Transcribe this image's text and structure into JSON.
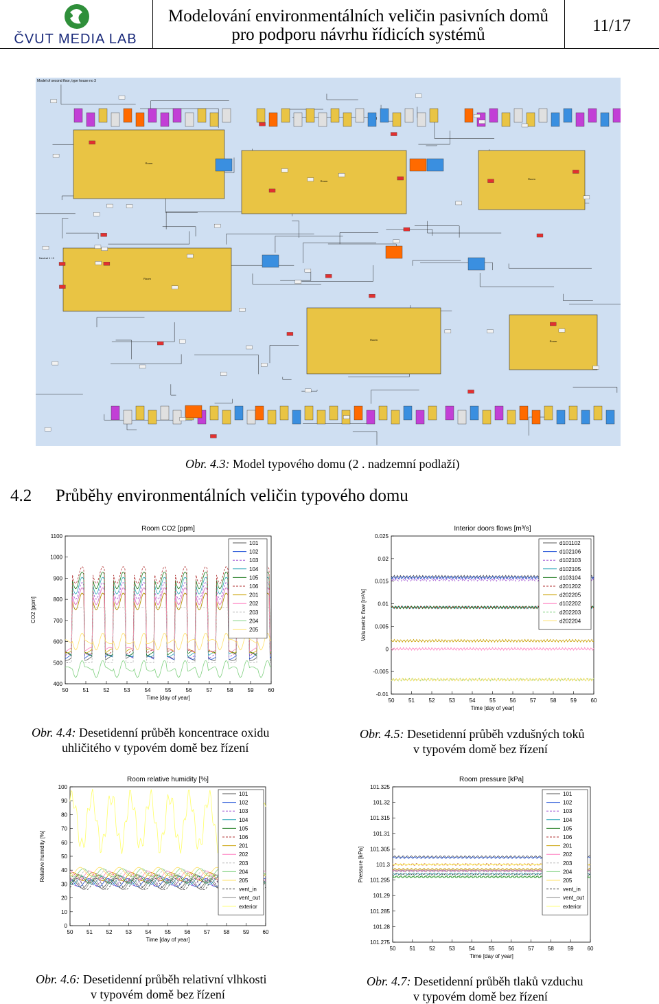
{
  "header": {
    "logo_text": "ČVUT MEDIA LAB",
    "title_line1": "Modelování environmentálních veličin pasivních domů",
    "title_line2": "pro podporu návrhu řídicích systémů",
    "page": "11/17"
  },
  "model": {
    "panel_title": "Model of second floor, type house no 3",
    "block_label_room": "Room",
    "block_label_neutral": "Neutral 1 / 0"
  },
  "captions": {
    "fig3_prefix": "Obr.  4.3:",
    "fig3_text": "Model typového domu (2 . nadzemní podlaží)",
    "section_number": "4.2",
    "section_title": "Průběhy environmentálních veličin typového domu",
    "fig4_prefix": "Obr.  4.4:",
    "fig4_line1": "Desetidenní průběh koncentrace oxidu",
    "fig4_line2": "uhličitého v typovém domě bez řízení",
    "fig5_prefix": "Obr.  4.5:",
    "fig5_line1": "Desetidenní průběh vzdušných toků",
    "fig5_line2": "v typovém domě bez řízení",
    "fig6_prefix": "Obr.  4.6:",
    "fig6_line1": "Desetidenní průběh relativní vlhkosti",
    "fig6_line2": "v typovém domě bez řízení",
    "fig7_prefix": "Obr.  4.7:",
    "fig7_line1": "Desetidenní průběh tlaků vzduchu",
    "fig7_line2": "v typovém domě bez řízení"
  },
  "chart_data": [
    {
      "type": "line",
      "title": "Room CO2 [ppm]",
      "xlabel": "Time [day of year]",
      "ylabel": "CO2 [ppm]",
      "xlim": [
        50,
        60
      ],
      "ylim": [
        400,
        1100
      ],
      "xticks": [
        "50",
        "51",
        "52",
        "53",
        "54",
        "55",
        "56",
        "57",
        "58",
        "59",
        "60"
      ],
      "yticks": [
        "400",
        "500",
        "600",
        "700",
        "800",
        "900",
        "1000",
        "1100"
      ],
      "legend": [
        "101",
        "102",
        "103",
        "104",
        "105",
        "106",
        "201",
        "202",
        "203",
        "204",
        "205"
      ],
      "colors": [
        "#555555",
        "#1e4fd6",
        "#9c4bd0",
        "#2aa6b8",
        "#1b7a1b",
        "#b03030",
        "#c9a000",
        "#ff7fbf",
        "#b8b8b8",
        "#7fd07f",
        "#ffe066"
      ],
      "series_shape": "daily periodic occupancy peaks; base ~470–600 ppm, peaks ~780–980 ppm; 205 flat ~600 ppm"
    },
    {
      "type": "line",
      "title": "Interior doors flows [m^3/s]",
      "xlabel": "Time [day of year]",
      "ylabel": "Volumetric flow [m^3/s]",
      "xlim": [
        50,
        60
      ],
      "ylim": [
        -0.01,
        0.025
      ],
      "xticks": [
        "50",
        "51",
        "52",
        "53",
        "54",
        "55",
        "56",
        "57",
        "58",
        "59",
        "60"
      ],
      "yticks": [
        "-0.01",
        "-0.005",
        "0",
        "0.005",
        "0.01",
        "0.015",
        "0.02",
        "0.025"
      ],
      "legend": [
        "d101102",
        "d102106",
        "d102103",
        "d102105",
        "d103104",
        "d201202",
        "d202205",
        "d102202",
        "d202203",
        "d202204"
      ],
      "colors": [
        "#555555",
        "#1e4fd6",
        "#9c4bd0",
        "#2aa6b8",
        "#1b7a1b",
        "#b03030",
        "#c9a000",
        "#ff7fbf",
        "#7fd07f",
        "#ffe066"
      ],
      "series": [
        {
          "name": "d101102",
          "values": [
            0.016,
            0.016,
            0.016,
            0.016,
            0.016,
            0.016,
            0.016,
            0.016,
            0.016,
            0.016,
            0.016
          ]
        },
        {
          "name": "d102106",
          "values": [
            0.0158,
            0.0158,
            0.0158,
            0.0158,
            0.0158,
            0.0158,
            0.0158,
            0.0158,
            0.0158,
            0.0158,
            0.0158
          ]
        },
        {
          "name": "d102103",
          "values": [
            0.0153,
            0.0153,
            0.0153,
            0.0153,
            0.0153,
            0.0153,
            0.0153,
            0.0153,
            0.0153,
            0.0153,
            0.0153
          ]
        },
        {
          "name": "d102105",
          "values": [
            0.0092,
            0.0092,
            0.0092,
            0.0092,
            0.0092,
            0.0092,
            0.0092,
            0.0092,
            0.0092,
            0.0092,
            0.0092
          ]
        },
        {
          "name": "d103104",
          "values": [
            0.0092,
            0.0092,
            0.0092,
            0.0092,
            0.0092,
            0.0092,
            0.0092,
            0.0092,
            0.0092,
            0.0092,
            0.0092
          ]
        },
        {
          "name": "d201202",
          "values": [
            0.0092,
            0.0092,
            0.0092,
            0.0092,
            0.0092,
            0.0092,
            0.0092,
            0.0092,
            0.0092,
            0.0092,
            0.0092
          ]
        },
        {
          "name": "d202205",
          "values": [
            0.0018,
            0.0018,
            0.0018,
            0.0018,
            0.0018,
            0.0018,
            0.0018,
            0.0018,
            0.0018,
            0.0018,
            0.0018
          ]
        },
        {
          "name": "d102202",
          "values": [
            0.0,
            0.0,
            0.0,
            0.0,
            0.0,
            0.0,
            0.0,
            0.0,
            0.0,
            0.0,
            0.0
          ]
        },
        {
          "name": "d202203",
          "values": [
            -0.0068,
            -0.0068,
            -0.0068,
            -0.0068,
            -0.0068,
            -0.0068,
            -0.0068,
            -0.0068,
            -0.0068,
            -0.0068,
            -0.0068
          ]
        },
        {
          "name": "d202204",
          "values": [
            -0.0068,
            -0.0068,
            -0.0068,
            -0.0068,
            -0.0068,
            -0.0068,
            -0.0068,
            -0.0068,
            -0.0068,
            -0.0068,
            -0.0068
          ]
        }
      ]
    },
    {
      "type": "line",
      "title": "Room relative humidity [%]",
      "xlabel": "Time [day of year]",
      "ylabel": "Relative humidity [%]",
      "xlim": [
        50,
        60
      ],
      "ylim": [
        0,
        100
      ],
      "xticks": [
        "50",
        "51",
        "52",
        "53",
        "54",
        "55",
        "56",
        "57",
        "58",
        "59",
        "60"
      ],
      "yticks": [
        "0",
        "10",
        "20",
        "30",
        "40",
        "50",
        "60",
        "70",
        "80",
        "90",
        "100"
      ],
      "legend": [
        "101",
        "102",
        "103",
        "104",
        "105",
        "106",
        "201",
        "202",
        "203",
        "204",
        "205",
        "vent_in",
        "vent_out",
        "exterior"
      ],
      "colors": [
        "#555555",
        "#1e4fd6",
        "#9c4bd0",
        "#2aa6b8",
        "#1b7a1b",
        "#b03030",
        "#c9a000",
        "#ff7fbf",
        "#b8b8b8",
        "#7fd07f",
        "#ffe066",
        "#444444",
        "#888888",
        "#ffff66"
      ],
      "series_shape": "room humidity 30–40 %, exterior fluctuating 60–100 %"
    },
    {
      "type": "line",
      "title": "Room pressure [kPa]",
      "xlabel": "Time [day of year]",
      "ylabel": "Pressure [kPa]",
      "xlim": [
        50,
        60
      ],
      "ylim": [
        101.275,
        101.325
      ],
      "xticks": [
        "50",
        "51",
        "52",
        "53",
        "54",
        "55",
        "56",
        "57",
        "58",
        "59",
        "60"
      ],
      "yticks": [
        "101.275",
        "101.28",
        "101.285",
        "101.29",
        "101.295",
        "101.3",
        "101.305",
        "101.31",
        "101.315",
        "101.32",
        "101.325"
      ],
      "legend": [
        "101",
        "102",
        "103",
        "104",
        "105",
        "106",
        "201",
        "202",
        "203",
        "204",
        "205",
        "vent_in",
        "vent_out",
        "exterior"
      ],
      "colors": [
        "#555555",
        "#1e4fd6",
        "#9c4bd0",
        "#2aa6b8",
        "#1b7a1b",
        "#b03030",
        "#c9a000",
        "#ff7fbf",
        "#b8b8b8",
        "#7fd07f",
        "#ffe066",
        "#444444",
        "#888888",
        "#ffff66"
      ],
      "series": [
        {
          "name": "101",
          "values": [
            101.3025,
            101.3025,
            101.3025,
            101.3025,
            101.3025,
            101.3025,
            101.3025,
            101.3025,
            101.3025,
            101.3025,
            101.3025
          ]
        },
        {
          "name": "102",
          "values": [
            101.3022,
            101.3022,
            101.3022,
            101.3022,
            101.3022,
            101.3022,
            101.3022,
            101.3022,
            101.3022,
            101.3022,
            101.3022
          ]
        },
        {
          "name": "201",
          "values": [
            101.2985,
            101.2985,
            101.2985,
            101.2985,
            101.2985,
            101.2985,
            101.2985,
            101.2985,
            101.2985,
            101.2985,
            101.2985
          ]
        },
        {
          "name": "vent_in",
          "values": [
            101.2968,
            101.2968,
            101.2968,
            101.2968,
            101.2968,
            101.2968,
            101.2968,
            101.2968,
            101.2968,
            101.2968,
            101.2968
          ]
        },
        {
          "name": "exterior",
          "values": [
            101.3,
            101.3,
            101.3,
            101.3,
            101.3,
            101.3,
            101.3,
            101.3,
            101.3,
            101.3,
            101.3
          ]
        }
      ]
    }
  ]
}
